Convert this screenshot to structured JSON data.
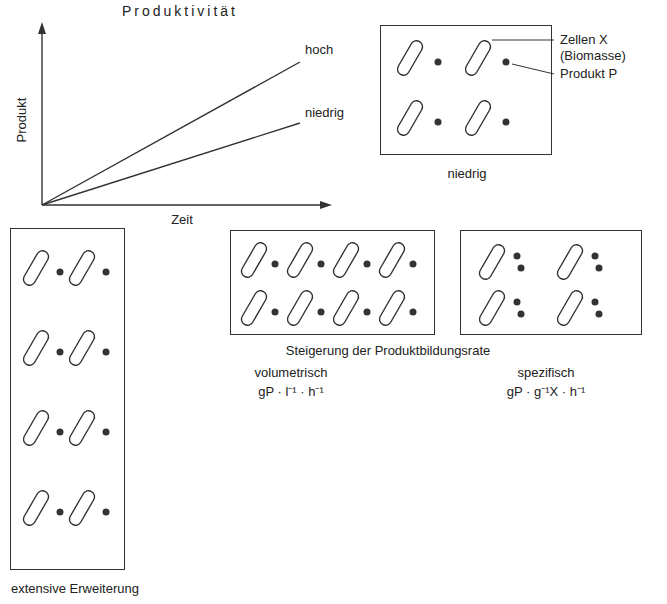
{
  "diagram": {
    "title": "Produktivität",
    "nodes": [
      {
        "text": [
          "niedrig"
        ]
      },
      {
        "text": [
          "extensive Erweiterung"
        ]
      },
      {
        "text": [
          "volumetrisch",
          "gP · l⁻¹ · h⁻¹"
        ]
      },
      {
        "text": [
          "spezifisch",
          "gP · g⁻¹X · h⁻¹"
        ]
      }
    ],
    "labels": [
      "Produkt",
      "Zeit",
      "hoch",
      "niedrig",
      "Zellen X (Biomasse)",
      "Produkt P",
      "Steigerung der Produktbildungsrate"
    ]
  }
}
